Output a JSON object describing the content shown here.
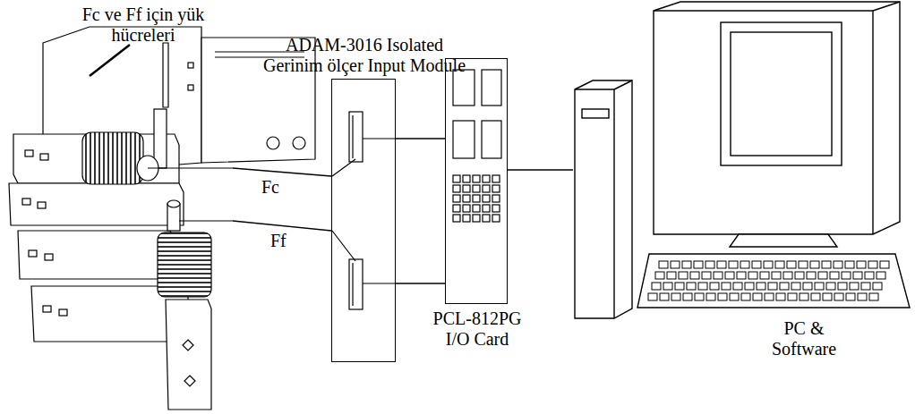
{
  "diagram": {
    "nodes": [
      {
        "text": [
          "Fc ve Ff için yük hücreleri"
        ]
      },
      {
        "text": [
          "ADAM-3016 Isolated Gerinim ölçer Input Module"
        ]
      },
      {
        "text": [
          "PCL-812PG I/O Card"
        ]
      },
      {
        "text": [
          "PC & Software"
        ]
      }
    ],
    "edges": [
      {
        "from": 0,
        "to": 1,
        "label": "Fc",
        "arrow": "none"
      },
      {
        "from": 0,
        "to": 1,
        "label": "Ff",
        "arrow": "none"
      },
      {
        "from": 1,
        "to": 2,
        "arrow": "none"
      },
      {
        "from": 1,
        "to": 2,
        "arrow": "none"
      },
      {
        "from": 2,
        "to": 3,
        "arrow": "none"
      }
    ]
  }
}
